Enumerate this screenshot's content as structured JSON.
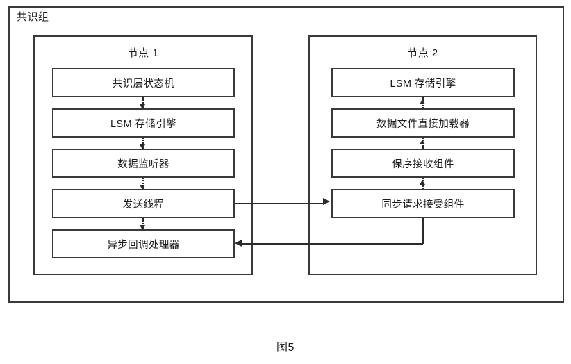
{
  "figure": {
    "caption": "图5"
  },
  "group": {
    "label": "共识组"
  },
  "nodes": [
    {
      "id": "node-1",
      "title": "节点 1",
      "boxes": [
        {
          "label": "共识层状态机"
        },
        {
          "label": "LSM 存储引擎"
        },
        {
          "label": "数据监听器"
        },
        {
          "label": "发送线程"
        },
        {
          "label": "异步回调处理器"
        }
      ],
      "flow_direction": "down",
      "connector_style": "dotted"
    },
    {
      "id": "node-2",
      "title": "节点 2",
      "boxes": [
        {
          "label": "LSM 存储引擎"
        },
        {
          "label": "数据文件直接加载器"
        },
        {
          "label": "保序接收组件"
        },
        {
          "label": "同步请求接受组件"
        }
      ],
      "flow_direction": "up",
      "connector_style": "dotted"
    }
  ],
  "links": [
    {
      "id": "sync-request",
      "from": "发送线程",
      "to": "同步请求接受组件",
      "direction": "right",
      "style": "solid"
    },
    {
      "id": "sync-response",
      "from": "同步请求接受组件",
      "to": "异步回调处理器",
      "direction": "left",
      "style": "solid"
    }
  ],
  "colors": {
    "stroke": "#3a3a3a",
    "connector": "#2b2b2b",
    "background": "#ffffff",
    "text": "#1a1a1a"
  }
}
